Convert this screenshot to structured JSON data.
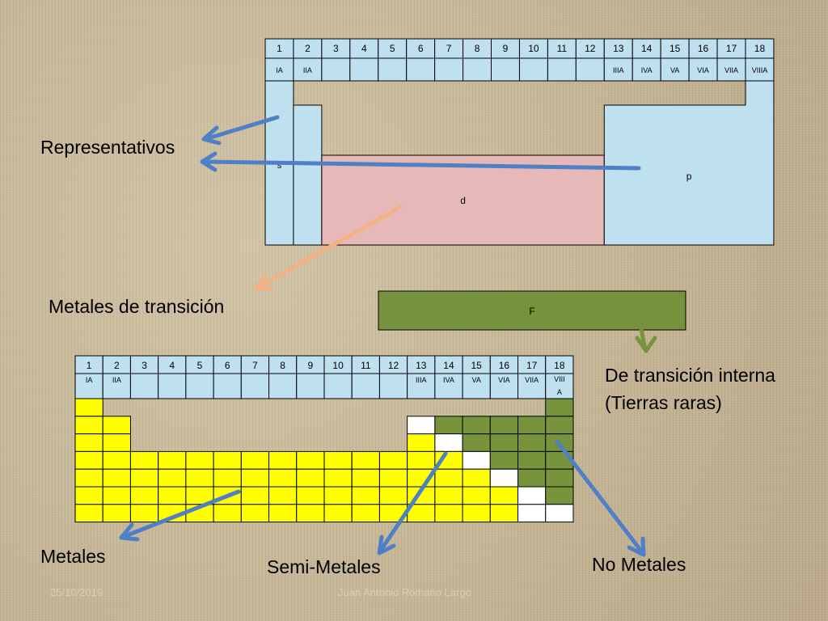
{
  "top_table": {
    "groups": [
      "1",
      "2",
      "3",
      "4",
      "5",
      "6",
      "7",
      "8",
      "9",
      "10",
      "11",
      "12",
      "13",
      "14",
      "15",
      "16",
      "17",
      "18"
    ],
    "roman": [
      "IA",
      "IIA",
      "",
      "",
      "",
      "",
      "",
      "",
      "",
      "",
      "",
      "",
      "IIIA",
      "IVA",
      "VA",
      "VIA",
      "VIIA",
      "VIIIA"
    ],
    "block_s": "s",
    "block_d": "d",
    "block_p": "p",
    "block_f": "F"
  },
  "bottom_table": {
    "groups": [
      "1",
      "2",
      "3",
      "4",
      "5",
      "6",
      "7",
      "8",
      "9",
      "10",
      "11",
      "12",
      "13",
      "14",
      "15",
      "16",
      "17",
      "18"
    ],
    "roman": [
      "IA",
      "IIA",
      "",
      "",
      "",
      "",
      "",
      "",
      "",
      "",
      "",
      "",
      "IIIA",
      "IVA",
      "VA",
      "VIA",
      "VIIA",
      "VIII A"
    ]
  },
  "labels": {
    "representativos": "Representativos",
    "metales_transicion": "Metales de transición",
    "transicion_interna_1": "De transición interna",
    "transicion_interna_2": "(Tierras raras)",
    "metales": "Metales",
    "semi_metales": "Semi-Metales",
    "no_metales": "No Metales"
  },
  "footer": {
    "date": "25/10/2019",
    "author": "Juan Antonio Romano Largo"
  },
  "colors": {
    "header_blue": "#bfe0ef",
    "s_p_block": "#bfe0ef",
    "d_block": "#e6b8b8",
    "f_block": "#76923c",
    "metal": "#ffff00",
    "semimetal": "#ffffff",
    "nonmetal": "#77933c",
    "arrow_blue": "#4f7fc4",
    "arrow_salmon": "#f4b183",
    "arrow_green": "#77933c"
  }
}
